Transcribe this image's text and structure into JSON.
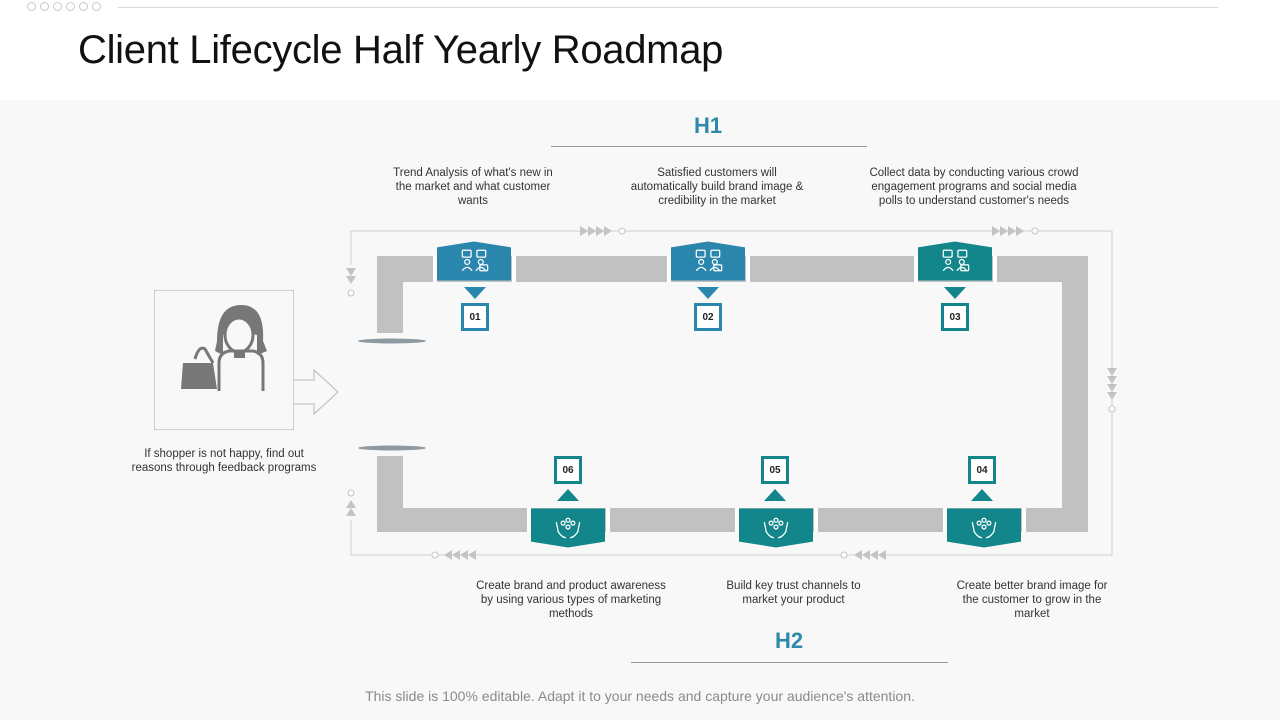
{
  "title": "Client Lifecycle Half Yearly Roadmap",
  "h1_label": "H1",
  "h2_label": "H2",
  "colors": {
    "blue": "#2b86ad",
    "teal": "#13868b",
    "track": "#c1c1c1",
    "heading": "#2e8aa8"
  },
  "shopper_text": "If shopper is not happy, find out reasons through feedback programs",
  "steps": [
    {
      "number": "01",
      "text": "Trend Analysis of what's new in the market and what customer wants",
      "icon": "people-chat-icon",
      "color": "#2b86ad"
    },
    {
      "number": "02",
      "text": "Satisfied customers will automatically build brand image & credibility in the market",
      "icon": "people-chat-icon",
      "color": "#2b86ad"
    },
    {
      "number": "03",
      "text": "Collect data by conducting various crowd engagement programs and social media polls to understand customer's needs",
      "icon": "people-chat-icon",
      "color": "#13868b"
    },
    {
      "number": "04",
      "text": "Create better brand image for the customer to grow in the market",
      "icon": "hands-network-icon",
      "color": "#13868b"
    },
    {
      "number": "05",
      "text": "Build key trust channels to market your product",
      "icon": "hands-network-icon",
      "color": "#13868b"
    },
    {
      "number": "06",
      "text": "Create brand and product awareness by using various types of marketing methods",
      "icon": "hands-network-icon",
      "color": "#13868b"
    }
  ],
  "footer": "This slide is 100% editable. Adapt it to your needs and capture your audience's attention."
}
